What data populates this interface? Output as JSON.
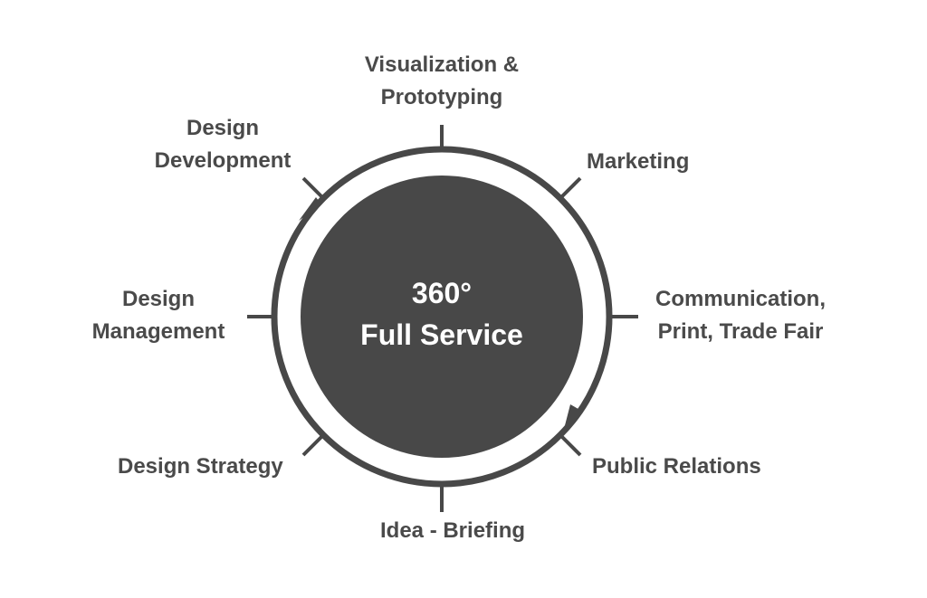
{
  "center": {
    "line1": "360°",
    "line2": "Full Service"
  },
  "stages": {
    "visualization": [
      "Visualization &",
      "Prototyping"
    ],
    "marketing": [
      "Marketing"
    ],
    "communication": [
      "Communication,",
      "Print, Trade Fair"
    ],
    "public_relations": [
      "Public Relations"
    ],
    "idea_briefing": [
      "Idea - Briefing"
    ],
    "design_strategy": [
      "Design Strategy"
    ],
    "design_management": [
      "Design",
      "Management"
    ],
    "design_development": [
      "Design",
      "Development"
    ]
  },
  "colors": {
    "disc": "#484848",
    "ring": "#484848",
    "text": "#4a4a4a",
    "background": "#ffffff"
  }
}
